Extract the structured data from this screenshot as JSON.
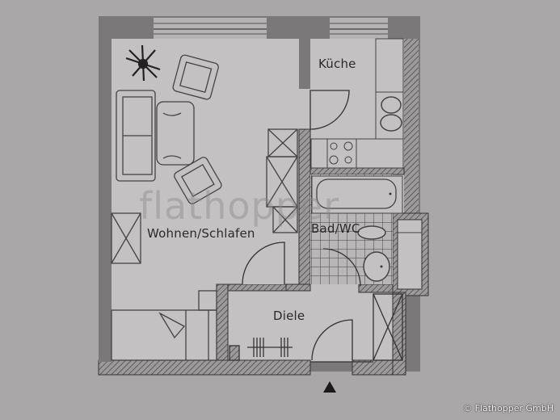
{
  "plan": {
    "rooms": [
      {
        "id": "wohnen",
        "label": "Wohnen/Schlafen"
      },
      {
        "id": "kueche",
        "label": "Küche"
      },
      {
        "id": "bad",
        "label": "Bad/WC"
      },
      {
        "id": "diele",
        "label": "Diele"
      }
    ],
    "entrance_marker": "entrance-arrow",
    "colors": {
      "background": "#a9a7a8",
      "floor": "#c2c0c1",
      "wall": "#6f6d6e",
      "line": "#3a3a3a"
    }
  },
  "watermark": "flathopper",
  "copyright": "© Flathopper GmbH"
}
